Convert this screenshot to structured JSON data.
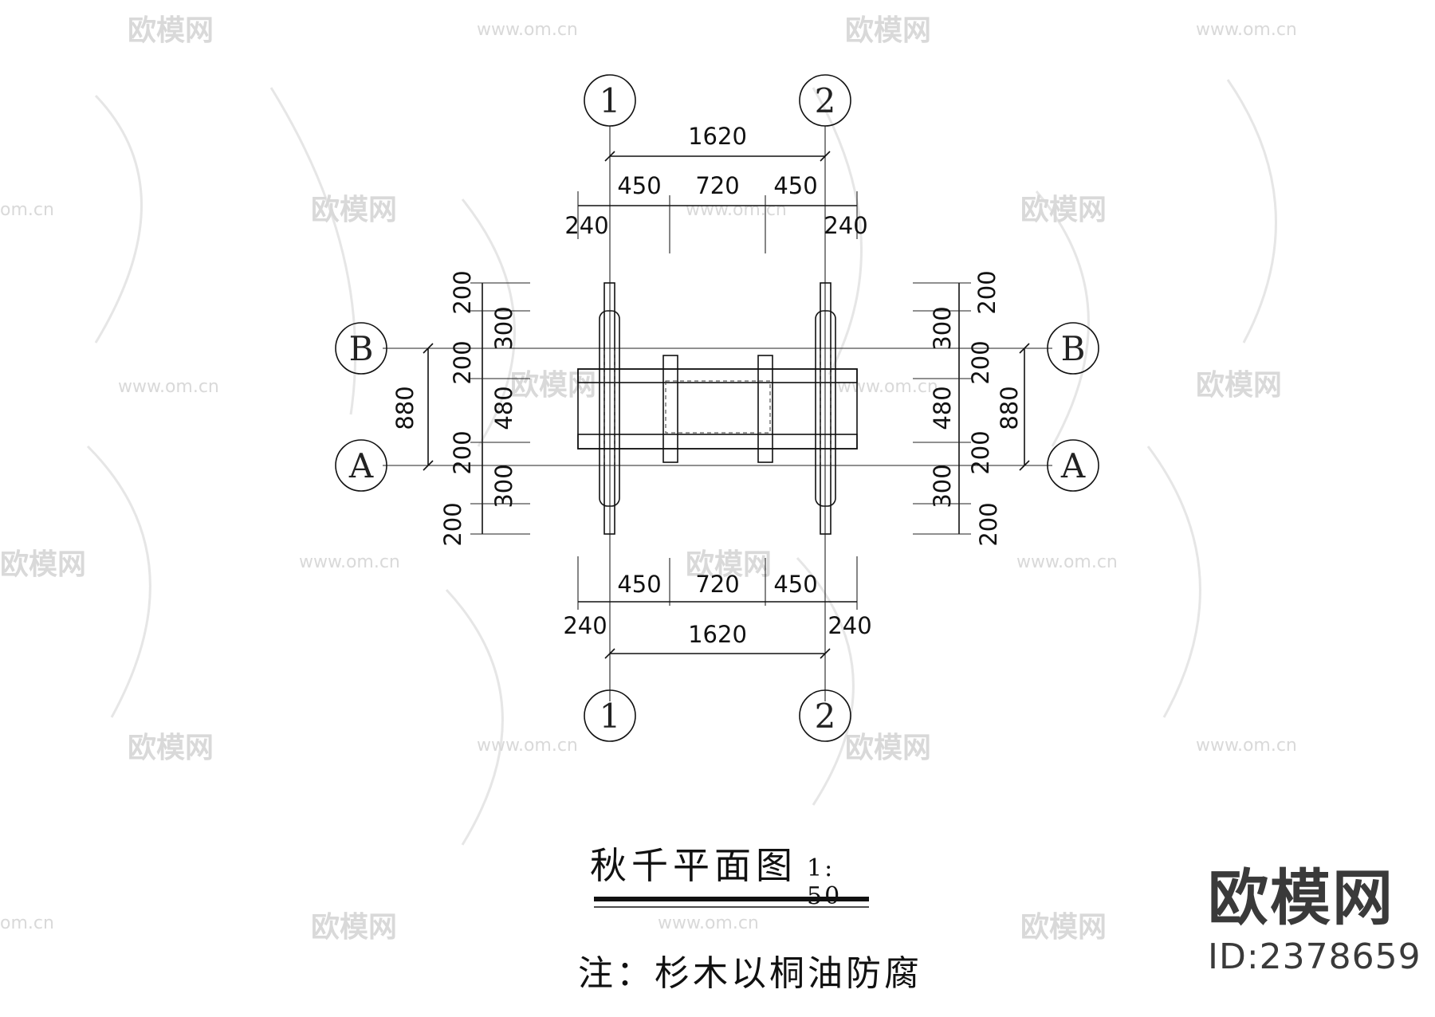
{
  "drawing": {
    "axis_labels": {
      "col_1": "1",
      "col_2": "2",
      "row_a": "A",
      "row_b": "B"
    },
    "dimensions": {
      "top_overall": "1620",
      "top_segments": [
        "450",
        "720",
        "450"
      ],
      "top_ends": [
        "240",
        "240"
      ],
      "bottom_segments": [
        "450",
        "720",
        "450"
      ],
      "bottom_ends": [
        "240",
        "240"
      ],
      "bottom_overall": "1620",
      "left_outer": "880",
      "left_chain": [
        "200",
        "300",
        "200",
        "480",
        "200",
        "300",
        "200"
      ],
      "right_outer": "880",
      "right_chain": [
        "200",
        "300",
        "200",
        "480",
        "200",
        "300",
        "200"
      ]
    }
  },
  "title": {
    "text": "秋千平面图",
    "scale": "1: 50"
  },
  "note": "注：杉木以桐油防腐",
  "brand": {
    "name": "欧模网",
    "id": "ID:2378659"
  },
  "watermarks": {
    "logo_text": "欧模网",
    "url_text": "www.om.cn",
    "url_short": "om.cn"
  },
  "colors": {
    "ink": "#111111",
    "watermark": "#d9d9d9",
    "brand": "#3a3a3a"
  }
}
